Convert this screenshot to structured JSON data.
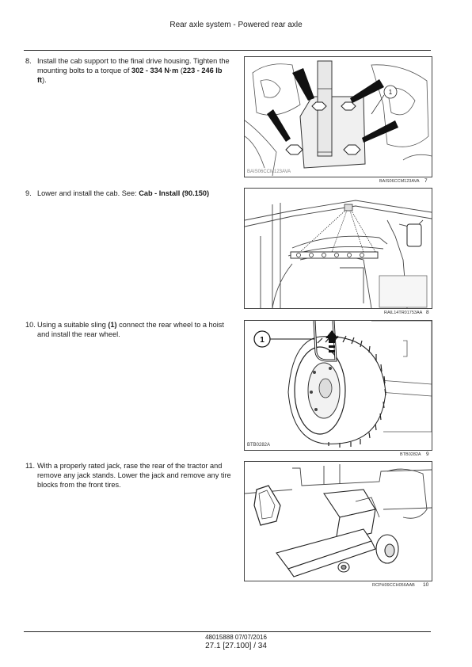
{
  "header": {
    "title": "Rear axle system - Powered rear axle"
  },
  "steps": [
    {
      "number": "8.",
      "parts": [
        {
          "text": "Install the cab support to the final drive housing. Tighten the mounting bolts to a torque of ",
          "bold": false
        },
        {
          "text": "302 - 334 N·m",
          "bold": true
        },
        {
          "text": " (",
          "bold": false
        },
        {
          "text": "223 - 246 lb ft",
          "bold": true
        },
        {
          "text": ").",
          "bold": false
        }
      ]
    },
    {
      "number": "9.",
      "parts": [
        {
          "text": "Lower and install the cab. See: ",
          "bold": false
        },
        {
          "text": "Cab - Install (90.150)",
          "bold": true
        }
      ]
    },
    {
      "number": "10.",
      "parts": [
        {
          "text": "Using a suitable sling ",
          "bold": false
        },
        {
          "text": "(1)",
          "bold": true
        },
        {
          "text": " connect the rear wheel to a hoist and install the rear wheel.",
          "bold": false
        }
      ]
    },
    {
      "number": "11.",
      "parts": [
        {
          "text": "With a properly rated jack, rase the rear of the tractor and remove any jack stands. Lower the jack and remove any tire blocks from the front tires.",
          "bold": false
        }
      ]
    }
  ],
  "figures": [
    {
      "inner_code": "BAIS06CCM123AVA",
      "code": "BAIS06CCM123AVA",
      "number": "7",
      "callout": "1"
    },
    {
      "inner_code": "",
      "code": "RAIL14TR01753AA",
      "number": "8",
      "callout": ""
    },
    {
      "inner_code": "BTB0282A",
      "code": "BTB0282A",
      "number": "9",
      "callout": "1"
    },
    {
      "inner_code": "",
      "code": "RCPH09CCH056AAB",
      "number": "10",
      "callout": ""
    }
  ],
  "footer": {
    "doc_ref": "48015888 07/07/2016",
    "page": "27.1 [27.100] / 34"
  }
}
